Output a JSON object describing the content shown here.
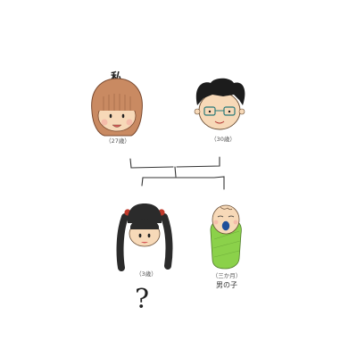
{
  "self_marker": "私",
  "members": {
    "mother": {
      "age": "（27歳）"
    },
    "father": {
      "age": "（30歳）"
    },
    "daughter": {
      "age": "（3歳）"
    },
    "son": {
      "age": "（三か月）",
      "gender": "男の子"
    }
  },
  "question_mark": "?",
  "colors": {
    "mother_hair": "#c98a62",
    "skin": "#f7d9b8",
    "father_hair": "#1c1c1c",
    "daughter_hair": "#2b2b2b",
    "hair_ties": "#c0392b",
    "baby_wrap": "#8bd14a",
    "baby_mouth": "#1f4f9a"
  },
  "icons": [
    "woman-portrait",
    "man-portrait",
    "girl-portrait",
    "baby-portrait"
  ]
}
